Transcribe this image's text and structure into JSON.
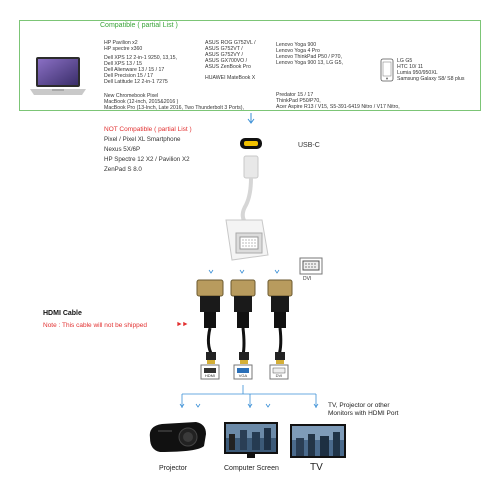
{
  "compatible": {
    "title": "Compatible ( partial List )",
    "col1": [
      "HP Pavilion x2",
      "HP spectre x360",
      "Dell XPS 12 2-in-1 9250, 13,15,",
      "Dell XPS 13 / 15",
      "Dell Alienware 13 / 15 / 17",
      "Dell Precision 15 / 17",
      "Dell Latitude 12 2-in-1 7275"
    ],
    "col2": [
      "ASUS ROG G752VL /",
      "ASUS G752VT /",
      "ASUS G752VY /",
      "ASUS GX700VO /",
      "ASUS ZenBook Pro",
      "HUAWEI MateBook X"
    ],
    "col3": [
      "Lenovo Yoga 900",
      "Lenovo Yoga 4 Pro",
      "Lenovo ThinkPad P50 / P70,",
      "Lenovo Yoga 900 13, LG G5,"
    ],
    "col4": [
      "LG G5",
      "HTC 10/ 11",
      "Lumia 950/950XL",
      "Samsung Galaxy S8/ S8 plus"
    ],
    "bottom_left": [
      "New Chromebook Pixel",
      "MacBook (12-inch, 2015&2016 )",
      "MacBook Pro (13-Inch, Late 2016, Two Thunderbolt 3 Ports),"
    ],
    "bottom_right": [
      "Predator 15 / 17",
      "ThinkPad P50/P70,",
      "Acer Aspire R13 / V15, S5-391-6419 Nitro / V17 Nitro,"
    ]
  },
  "not_compatible": {
    "title": "NOT Compatible ( partial List )",
    "items": [
      "Pixel / Pixel XL Smartphone",
      "Nexus 5X/6P",
      "HP Spectre 12 X2 / Pavilion X2",
      "ZenPad S 8.0"
    ]
  },
  "usbc_label": "USB-C",
  "dvi_label": "DVI",
  "hdmi_cable": {
    "title": "HDMI Cable",
    "note": "Note : This cable will not be shipped",
    "arrow": "►►"
  },
  "ports": [
    "HDMI",
    "VGA",
    "DVI"
  ],
  "tv_caption": [
    "TV, Projector or other",
    "Monitors with HDMI Port"
  ],
  "bottom_labels": {
    "projector": "Projector",
    "computer_screen": "Computer Screen",
    "tv": "TV"
  },
  "colors": {
    "compat_border": "#7cc576",
    "compat_title": "#3aa43a",
    "warning": "#e23030",
    "arrow_blue": "#3a8fd6"
  }
}
